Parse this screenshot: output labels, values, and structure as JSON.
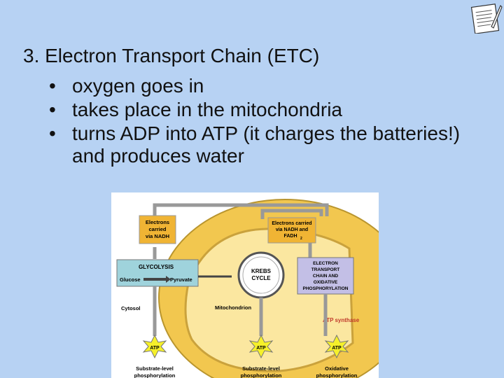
{
  "slide": {
    "heading": "3. Electron Transport Chain (ETC)",
    "bullet_char": "•",
    "bullets": [
      "oxygen goes in",
      "takes place in the mitochondria",
      "turns ADP into ATP (it charges the batteries!) and produces water"
    ],
    "icon": "notes-icon"
  },
  "diagram": {
    "electrons_left": [
      "Electrons",
      "carried",
      "via NADH"
    ],
    "electrons_right": [
      "Electrons carried",
      "via NADH and",
      "FADH"
    ],
    "fadh_subscript": "2",
    "glycolysis": "GLYCOLYSIS",
    "glucose": "Glucose",
    "pyruvate": "Pyruvate",
    "krebs": [
      "KREBS",
      "CYCLE"
    ],
    "etc": [
      "ELECTRON",
      "TRANSPORT",
      "CHAIN AND",
      "OXIDATIVE",
      "PHOSPHORYLATION"
    ],
    "cytosol": "Cytosol",
    "mitochondrion": "Mitochondrion",
    "atp_synthase": "ATP synthase",
    "atp": "ATP",
    "bottom_left": [
      "Substrate-level",
      "phosphorylation"
    ],
    "bottom_mid": [
      "Substrate-level",
      "phosphorylation"
    ],
    "bottom_right": [
      "Oxidative",
      "phosphorylation"
    ],
    "colors": {
      "background": "#b7d2f3",
      "mito_outer": "#f2c74f",
      "mito_inner": "#fbe7a0",
      "label_box": "#f0b434",
      "glycolysis_box": "#9fd3dc",
      "etc_box": "#c3bfe6",
      "atp_star": "#f5f02a"
    }
  }
}
